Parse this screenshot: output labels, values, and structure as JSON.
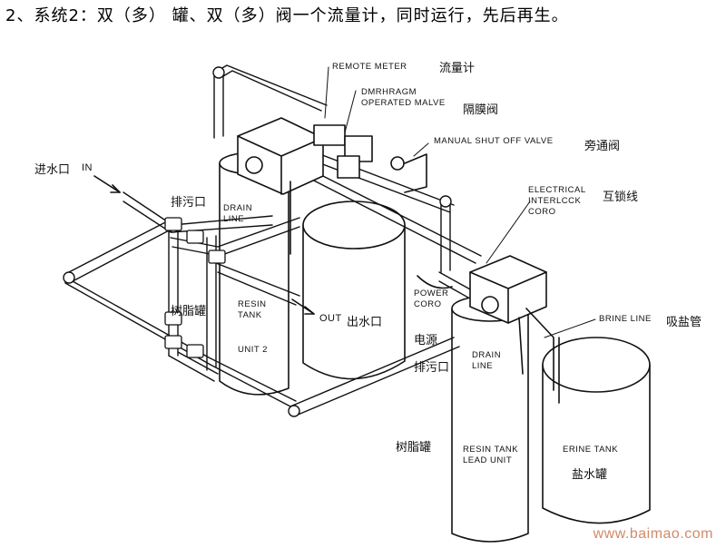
{
  "title": "2、系统2：双（多） 罐、双（多）阀一个流量计，同时运行，先后再生。",
  "labels": {
    "remote_meter": "REMOTE METER",
    "flow_meter_zh": "流量计",
    "diaphragm_valve_1": "DMRHRAGM",
    "diaphragm_valve_2": "OPERATED MALVE",
    "diaphragm_valve_zh": "隔膜阀",
    "manual_shutoff": "MANUAL SHUT OFF VALVE",
    "bypass_valve_zh": "旁通阀",
    "inlet_zh": "进水口",
    "inlet_en": "IN",
    "electrical_1": "ELECTRICAL",
    "electrical_2": "INTERLCCK",
    "electrical_3": "CORO",
    "interlock_zh": "互锁线",
    "drain_zh_1": "排污口",
    "drain_line_1a": "DRAIN",
    "drain_line_1b": "LINE",
    "resin_zh_1": "树脂罐",
    "resin_tank_1a": "RESIN",
    "resin_tank_1b": "TANK",
    "unit2": "UNIT 2",
    "outlet_en": "OUT",
    "outlet_zh": "出水口",
    "power_1": "POWER",
    "power_2": "CORO",
    "power_zh": "电源",
    "drain_zh_2": "排污口",
    "drain_line_2a": "DRAIN",
    "drain_line_2b": "LINE",
    "brine_line": "BRINE LINE",
    "brine_line_zh": "吸盐管",
    "resin_zh_2": "树脂罐",
    "resin_tank_lead_1": "RESIN TANK",
    "resin_tank_lead_2": "LEAD UNIT",
    "brine_tank": "ERINE TANK",
    "brine_tank_zh": "盐水罐",
    "watermark": "www.baimao.com"
  }
}
